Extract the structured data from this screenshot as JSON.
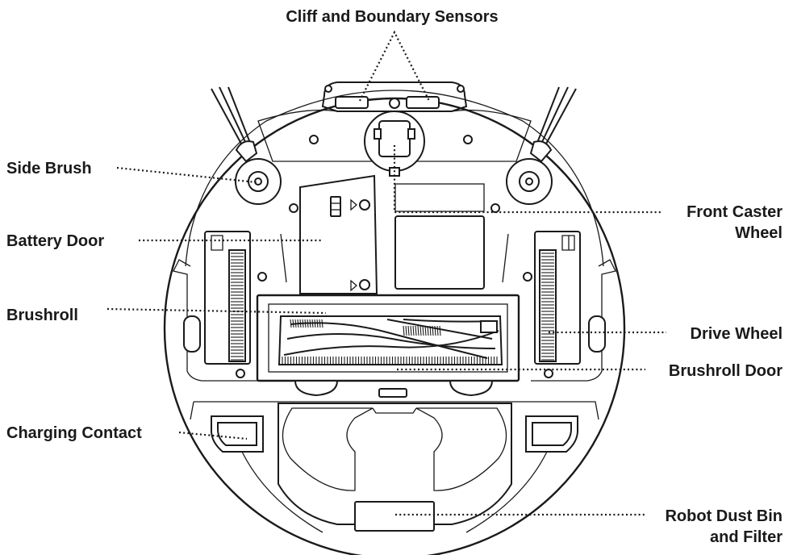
{
  "labels": {
    "cliff_sensors": "Cliff and Boundary Sensors",
    "side_brush": "Side Brush",
    "front_caster_line1": "Front Caster",
    "front_caster_line2": "Wheel",
    "battery_door": "Battery Door",
    "brushroll": "Brushroll",
    "drive_wheel": "Drive Wheel",
    "brushroll_door": "Brushroll Door",
    "charging_contact": "Charging Contact",
    "dust_bin_line1": "Robot Dust Bin",
    "dust_bin_line2": "and Filter"
  },
  "colors": {
    "ink": "#1a1a1a",
    "background": "#ffffff"
  }
}
